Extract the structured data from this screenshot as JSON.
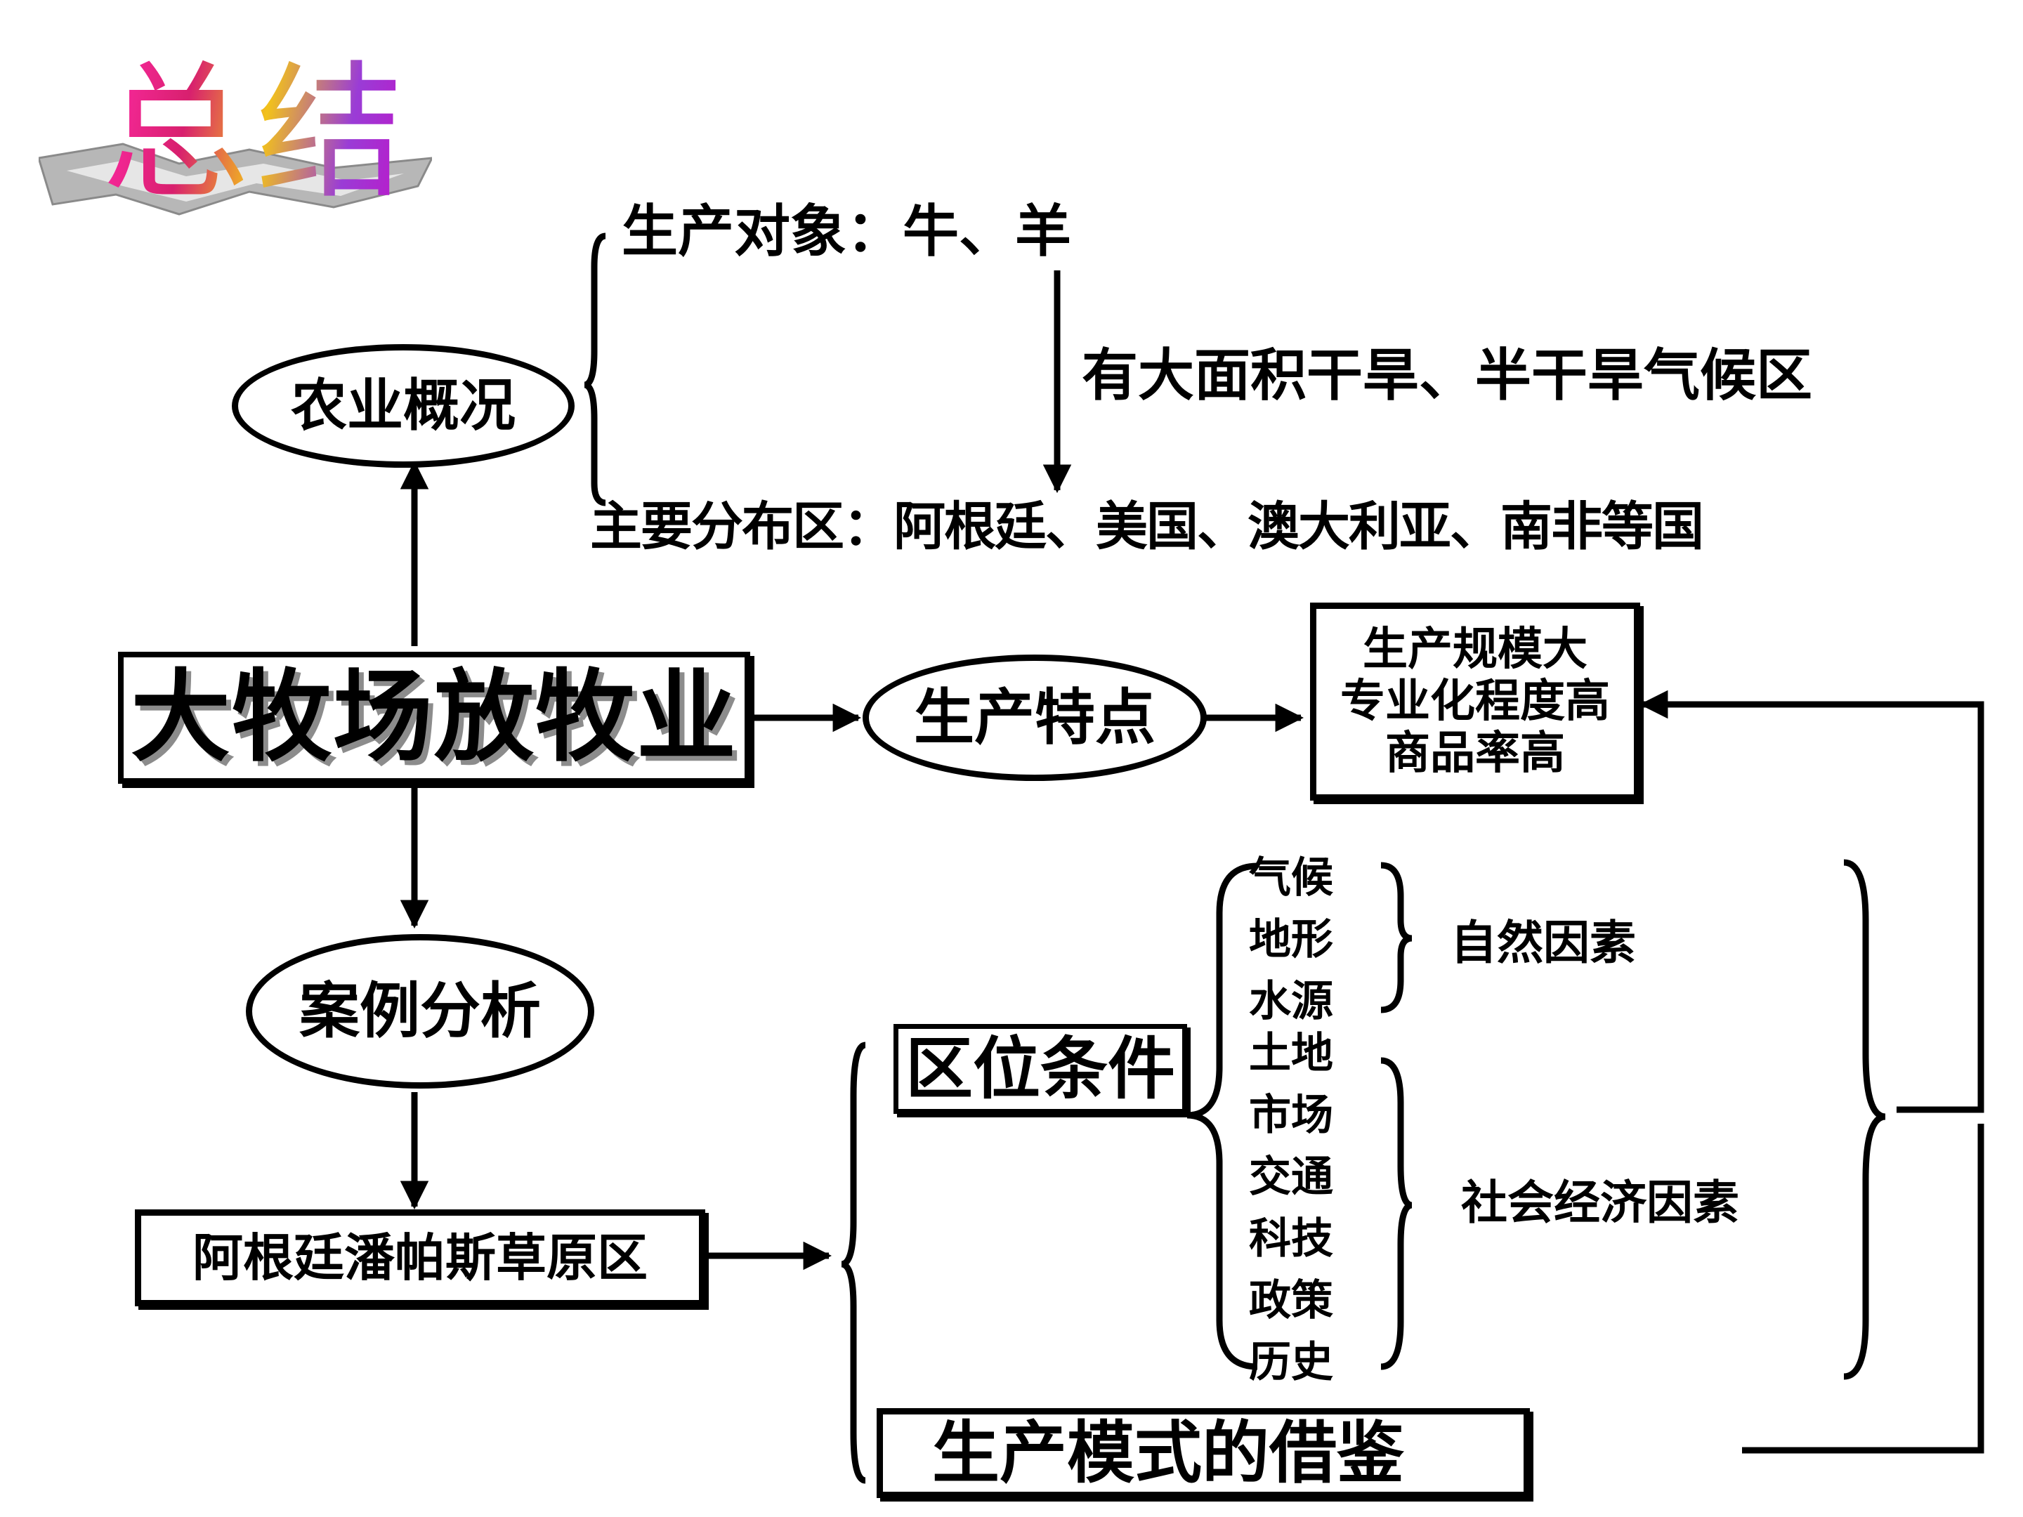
{
  "title": "总结",
  "colors": {
    "line": "#000000",
    "title_pink": "#ff2aa6",
    "title_yellow": "#f2c21a",
    "title_purple": "#9a3cd6"
  },
  "main_topic": "大牧场放牧业",
  "overview": {
    "node": "农业概况",
    "production_object": "生产对象：牛、羊",
    "climate_reason": "有大面积干旱、半干旱气候区",
    "distribution": "主要分布区：阿根廷、美国、澳大利亚、南非等国"
  },
  "features": {
    "node": "生产特点",
    "items": [
      "生产规模大",
      "专业化程度高",
      "商品率高"
    ]
  },
  "case_study": {
    "node": "案例分析",
    "region": "阿根廷潘帕斯草原区",
    "location_conditions": "区位条件",
    "natural_factors": {
      "label": "自然因素",
      "items": [
        "气候",
        "地形",
        "水源"
      ]
    },
    "socioeconomic_factors": {
      "label": "社会经济因素",
      "items": [
        "土地",
        "市场",
        "交通",
        "科技",
        "政策",
        "历史"
      ]
    },
    "model_reference": "生产模式的借鉴"
  }
}
